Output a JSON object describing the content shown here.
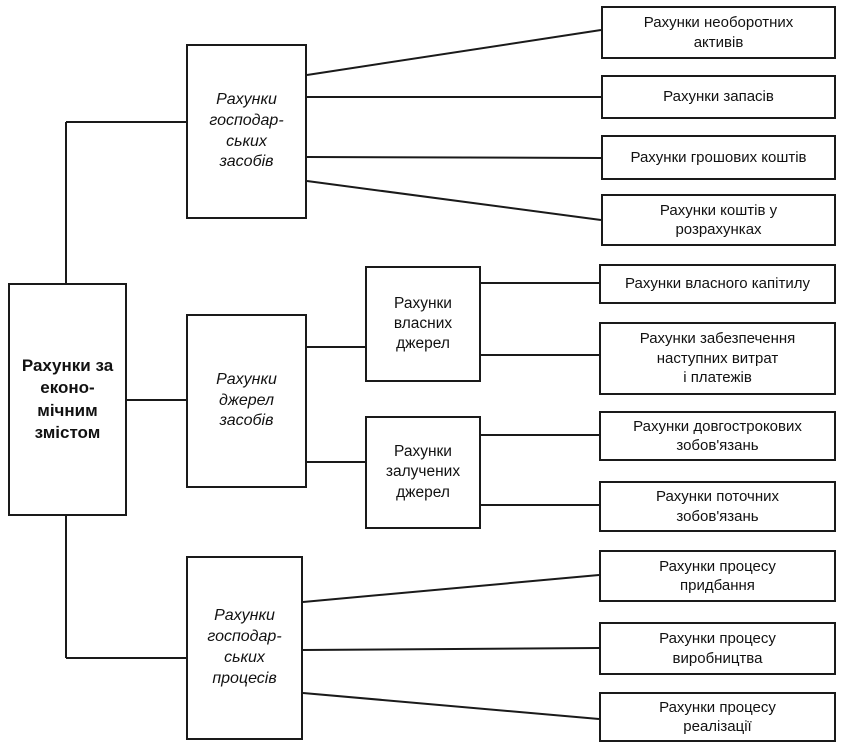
{
  "root": {
    "label": "Рахунки за\nеконо-\nмічним\nзмістом"
  },
  "groups": [
    {
      "label": "Рахунки\nгосподар-\nських\nзасобів"
    },
    {
      "label": "Рахунки\nджерел\nзасобів"
    },
    {
      "label": "Рахунки\nгосподар-\nських\nпроцесів"
    }
  ],
  "subgroups": [
    {
      "label": "Рахунки\nвласних\nджерел"
    },
    {
      "label": "Рахунки\nзалучених\nджерел"
    }
  ],
  "leaves": [
    {
      "label": "Рахунки необоротних\nактивів"
    },
    {
      "label": "Рахунки запасів"
    },
    {
      "label": "Рахунки грошових коштів"
    },
    {
      "label": "Рахунки коштів у\nрозрахунках"
    },
    {
      "label": "Рахунки власного капітилу"
    },
    {
      "label": "Рахунки забезпечення\nнаступних витрат\nі платежів"
    },
    {
      "label": "Рахунки довгострокових\nзобов'язань"
    },
    {
      "label": "Рахунки поточних\nзобов'язань"
    },
    {
      "label": "Рахунки процесу\nпридбання"
    },
    {
      "label": "Рахунки процесу\nвиробництва"
    },
    {
      "label": "Рахунки процесу\nреалізації"
    }
  ]
}
